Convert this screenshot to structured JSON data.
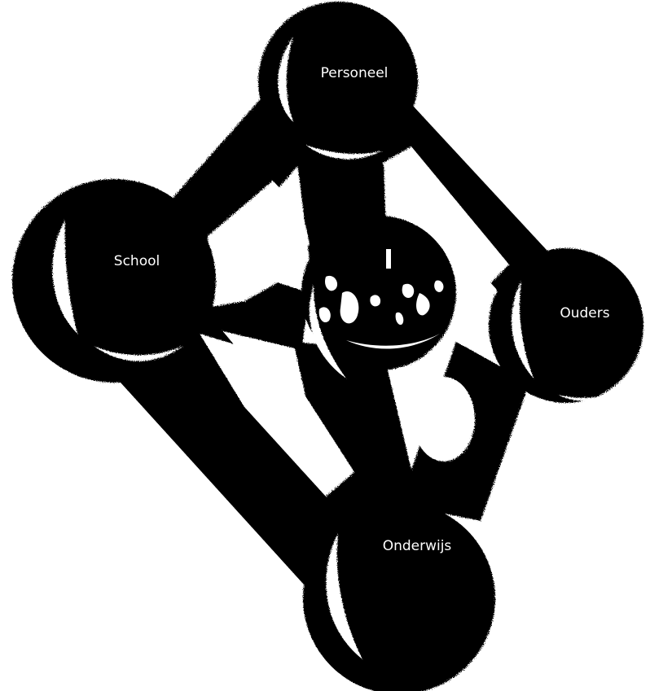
{
  "diagram": {
    "nodes": [
      {
        "id": "personeel",
        "label": "Personeel"
      },
      {
        "id": "school",
        "label": "School"
      },
      {
        "id": "ouders",
        "label": "Ouders"
      },
      {
        "id": "onderwijs",
        "label": "Onderwijs"
      }
    ],
    "center_image": {
      "label": "",
      "icon": "people-photo-icon"
    },
    "colors": {
      "fill": "#000000",
      "highlight": "#ffffff",
      "background": "#ffffff"
    }
  }
}
